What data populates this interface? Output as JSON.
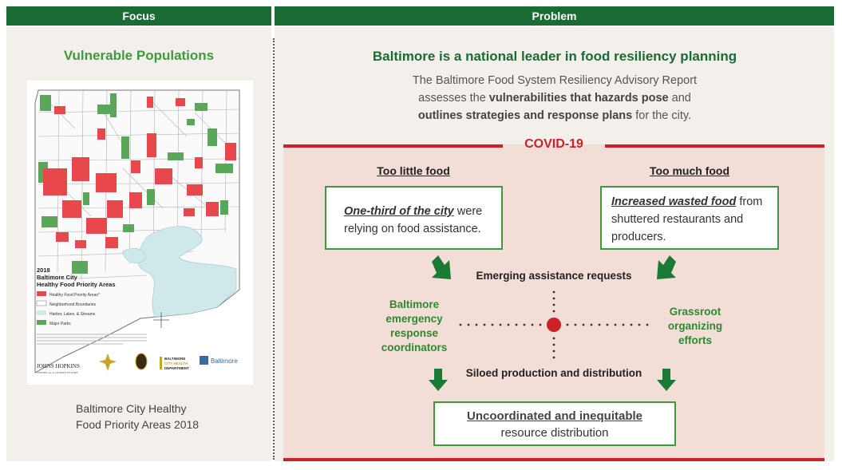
{
  "header": {
    "focus": "Focus",
    "problem": "Problem"
  },
  "focus": {
    "title": "Vulnerable Populations",
    "caption_line1": "Baltimore City Healthy",
    "caption_line2": "Food Priority Areas 2018",
    "map": {
      "legend_year": "2018",
      "legend_title1": "Baltimore City",
      "legend_title2": "Healthy Food Priority Areas",
      "legend_items": [
        "Healthy Food Priority Areas*",
        "Neighborhood Boundaries",
        "Harbor, Lakes, & Streams",
        "Major Parks"
      ],
      "logo_jhu1": "JOHNS HOPKINS",
      "logo_jhu2": "CENTER for A LIVABLE FUTURE",
      "logo_health1": "BALTIMORE",
      "logo_health2": "CITY HEALTH",
      "logo_health3": "DEPARTMENT",
      "logo_bdc": "Baltimore",
      "colors": {
        "priority": "#e8474c",
        "park": "#5aa65a",
        "water": "#cfe8ea",
        "boundary": "#9a9a9a"
      }
    }
  },
  "problem": {
    "title": "Baltimore is a national leader in food resiliency planning",
    "desc_line1": "The Baltimore Food System Resiliency Advisory Report",
    "desc_line2_pre": "assesses the ",
    "desc_line2_bold": "vulnerabilities that hazards pose",
    "desc_line2_post": " and",
    "desc_line3_bold": "outlines strategies and response plans",
    "desc_line3_post": " for the city."
  },
  "covid": {
    "label": "COVID-19",
    "left_heading": "Too little food",
    "right_heading": "Too much food",
    "left_box_em": "One-third of the city",
    "left_box_rest1": " were",
    "left_box_rest2": "relying on food assistance.",
    "right_box_em": "Increased wasted food",
    "right_box_rest1": " from",
    "right_box_rest2": "shuttered restaurants and",
    "right_box_rest3": "producers.",
    "emerging": "Emerging assistance requests",
    "left_actor": [
      "Baltimore",
      "emergency",
      "response",
      "coordinators"
    ],
    "right_actor": [
      "Grassroot",
      "organizing",
      "efforts"
    ],
    "siloed": "Siloed production and distribution",
    "final_line1": "Uncoordinated and inequitable",
    "final_line2": "resource distribution",
    "colors": {
      "red": "#cc2127",
      "green": "#1b6b34",
      "accent_green": "#3f9a3f",
      "panel": "#f2ddd7"
    }
  }
}
